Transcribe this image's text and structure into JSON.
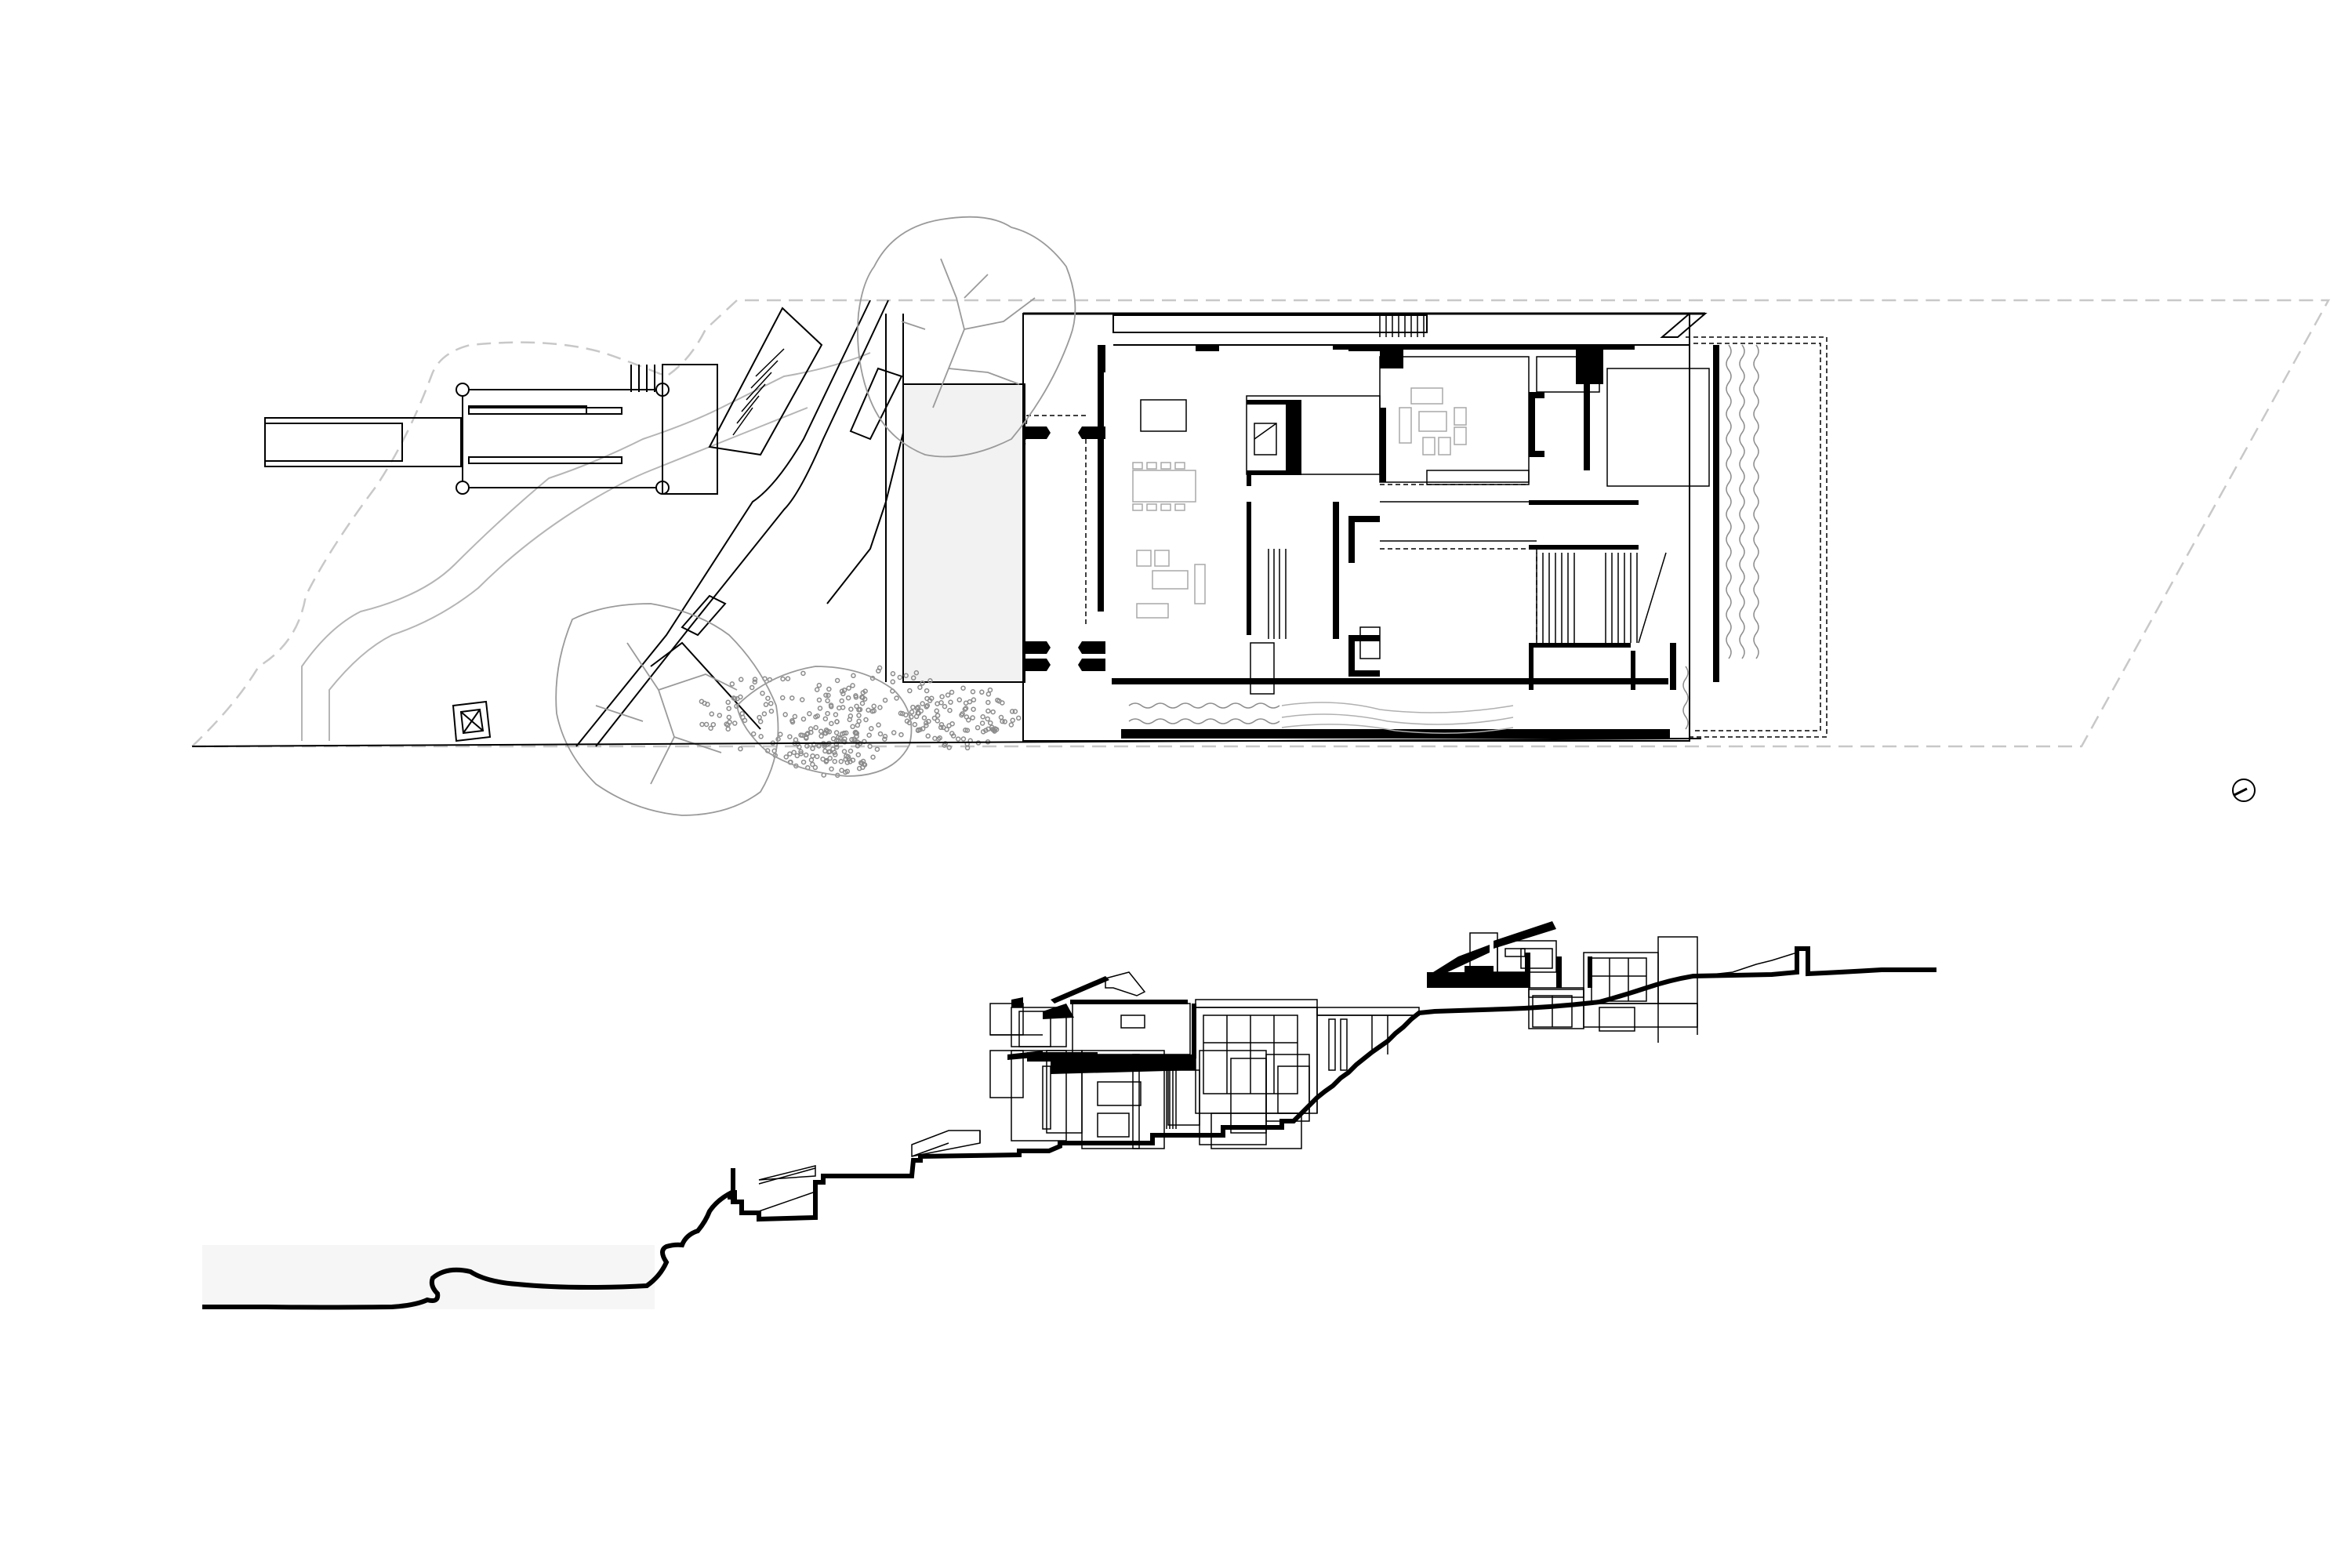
{
  "drawing": {
    "type": "architectural-drawing",
    "views": [
      {
        "id": "site-floor-plan",
        "kind": "plan"
      },
      {
        "id": "building-section",
        "kind": "section"
      }
    ],
    "north_arrow": {
      "icon": "north-arrow-icon",
      "orientation_degrees": 250
    }
  },
  "colors": {
    "background": "#ffffff",
    "wall_fill": "#000000",
    "line": "#000000",
    "secondary_line": "#9a9a9a",
    "dashed_boundary": "#c8c8c8",
    "water_fill": "#f6f6f6",
    "planting": "#8c8c8c"
  }
}
